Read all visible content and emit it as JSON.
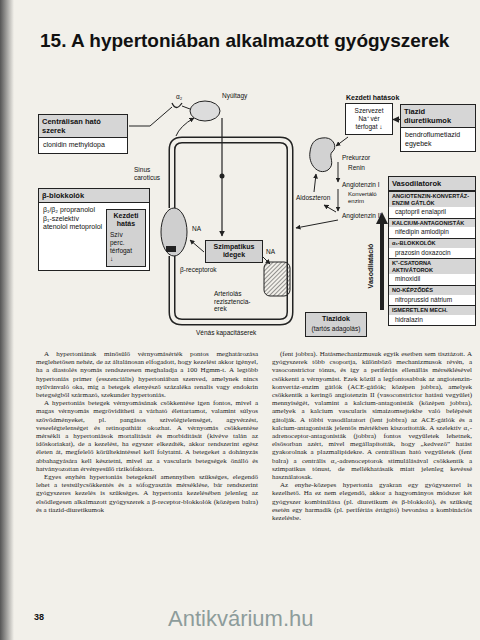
{
  "diagram": {
    "title": "15. A hypertoniában alkalmazott gyógyszerek",
    "nodes": [
      {
        "text": [
          "Centrálisan ható szerek",
          "clonidin methyldopa"
        ]
      },
      {
        "text": [
          "β-blokkolók",
          "β₁/β₂ propranolol β₁-szelektív atenolol metoprolol"
        ]
      },
      {
        "text": [
          "Kezdeti hatás",
          "Szív perc. térfogat ↓"
        ],
        "in": 1
      },
      {
        "text": [
          "Szimpatikus idegek"
        ]
      },
      {
        "text": [
          "Kezdeti hatások",
          "Szervezet Na⁺ vér térfogat ↓"
        ]
      },
      {
        "text": [
          "Tiazid diuretikumok",
          "bendroflumetiazid egyebek"
        ]
      },
      {
        "text": [
          "Vasodilatorok"
        ]
      },
      {
        "text": [
          "ANGIOTENZIN-KONVERTÁZ-ENZIM GÁTLÓK",
          "captopril enalapril"
        ],
        "in": 6
      },
      {
        "text": [
          "KALCIUM-ANTAGONISTÁK",
          "nifedipin amlodipin"
        ],
        "in": 6
      },
      {
        "text": [
          "α₁-BLOKKOLÓK",
          "prazosin doxazocin"
        ],
        "in": 6
      },
      {
        "text": [
          "K⁺-CSATORNA AKTIVÁTOROK",
          "minoxidil"
        ],
        "in": 6
      },
      {
        "text": [
          "NO-KÉPZŐDÉS",
          "nitroprussid nátrium"
        ],
        "in": 6
      },
      {
        "text": [
          "ISMERETLEN MECH.",
          "hidralazin"
        ],
        "in": 6
      },
      {
        "text": [
          "Tiazidok",
          "(tartós adagolás)"
        ]
      }
    ],
    "edges": [
      {
        "from": 5,
        "to": 4,
        "arrow": "to"
      }
    ],
    "labels": [
      "α₂",
      "Nyúltagy",
      "Sinus caroticus",
      "β-receptorok",
      "NA",
      "NA",
      "Arteriolás rezisztencia-erek",
      "Vénás kapacitáserek",
      "Prekurzor",
      "Renin",
      "Angiotenzin I",
      "Konvertáló enzim",
      "Angiotenzin II",
      "Aldoszteron",
      "Vasodilatáció",
      "A hypertoniának minősülő vérnyomásérték pontos meghatározása meglehetősen nehéz, de az általánosan elfogadott, hogy kezelést akkor igényel, ha a diastolés nyomás rendszeresen meghaladja a 100 Hgmm-t. A legtöbb hypertoniás primer (esszenciális) hypertoniában szenved, amelynek nincs nyilvánvaló oka, míg a betegek elenyésző százaléka renalis vagy endokrin betegségből származó, szekunder hypertoniás.",
      "A hypertoniás betegek vérnyomásának csökkentése igen fontos, mivel a magas vérnyomás megrövidítheti a várható élettartamot, valamint súlyos szövődményeket, pl. pangásos szívelégtelenséget, agyvérzést, veseelégtelenséget és retinopathiát okozhat. A vérnyomás csökkentése mérsékli a hypertoniások mortalitását és morbiditását (kivéve talán az időskoriakat), de a kezelést, ha egyszer elkezdték, akkor rendszerint egész életen át, megfelelő körültekintéssel kell folytatni. A betegeket a dohányzás abbahagyására kell késztetni, mivel az a vascularis betegségek önálló és hatványozottan érvényesülő rizikófaktora.",
      "Egyes enyhén hypertoniás betegeknél amennyiben szükséges, elegendő lehet a testsúlycsökkentés és a sófogyasztás mérséklése, bár rendszerint gyógyszeres kezelés is szükséges. A hypertonia kezelésében jelenleg az elsődlegesen alkalmazott gyógyszerek a β-receptor-blokkolók (középen balra) és a tiazid-diuretikumok",
      "(fent jobbra). Hatásmechanizmusuk egyik esetben sem tisztázott. A gyógyszerek több csoportja, különböző mechanizmusok révén, a vasoconstrictor tónus, és így a perifériás ellenállás mérséklésével csökkenti a vérnyomást. Ezek közül a legfontosabbak az angiotenzin-konvertáz-enzim gátlók (ACE-gátlók; középen jobbra), amelyek csökkentik a keringő angiotenzin II (vasoconstrictor hatású vegyület) mennyiségét, valamint a kalcium-antagonisták (középen jobbra), amelyek a kalcium vascularis simaizomsejtekbe való belépését gátolják. A többi vasodilatatort (lent jobbra) az ACE-gátlók és a kalcium-antagonisták jelentős mértékben kiszorították. A szelektív α₁-adrenoceptor-antagonisták (jobbra) fontos vegyületek lehetnek, elsősorban azért, mivel megállapították, hogy „kedvező” hatást gyakorolnak a plazmalipidekre. A centrálisan ható vegyületek (fent balra) a centrális α₂-adrenoceptorok stimulálásával csökkentik a szimpatikus tónust, de mellékhatásaik miatt jelenleg kevéssé használatosak.",
      "Az enyhe-közepes hypertonia gyakran egy gyógyszerrel is kezelhető. Ha ez nem elegendő, akkor a hagyományos módszer két gyógyszer kombinálása (pl. diuretikum és β-blokkoló), és szükség esetén egy harmadik (pl. perifériás értágító) bevonása a kombinációs kezelésbe.",
      "38",
      "Antikvárium.hu"
    ]
  }
}
